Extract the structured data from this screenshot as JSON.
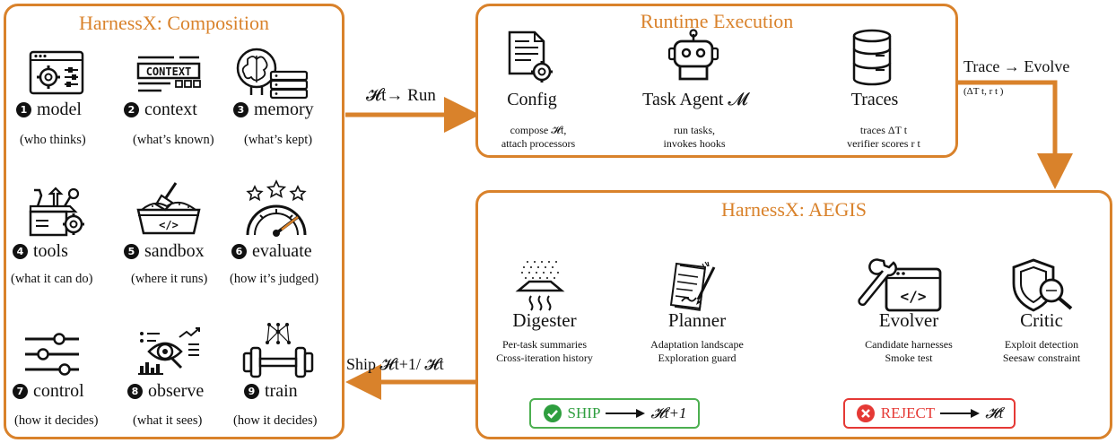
{
  "composition": {
    "title": "HarnessX: Composition",
    "items": [
      {
        "num": "1",
        "icon": "gear-panel-icon",
        "label": "model",
        "desc": "(who thinks)"
      },
      {
        "num": "2",
        "icon": "context-icon",
        "label": "context",
        "desc": "(what’s known)"
      },
      {
        "num": "3",
        "icon": "brain-database-icon",
        "label": "memory",
        "desc": "(what’s kept)"
      },
      {
        "num": "4",
        "icon": "toolbox-icon",
        "label": "tools",
        "desc": "(what it can do)"
      },
      {
        "num": "5",
        "icon": "sandbox-icon",
        "label": "sandbox",
        "desc": "(where it runs)"
      },
      {
        "num": "6",
        "icon": "gauge-stars-icon",
        "label": "evaluate",
        "desc": "(how it’s judged)"
      },
      {
        "num": "7",
        "icon": "sliders-icon",
        "label": "control",
        "desc": "(how it decides)"
      },
      {
        "num": "8",
        "icon": "eye-magnifier-icon",
        "label": "observe",
        "desc": "(what it sees)"
      },
      {
        "num": "9",
        "icon": "dumbbell-network-icon",
        "label": "train",
        "desc": "(how it decides)"
      }
    ]
  },
  "runtime": {
    "title": "Runtime Execution",
    "nodes": [
      {
        "icon": "config-document-icon",
        "label": "Config",
        "desc1": "compose 𝓗t,",
        "desc2": "attach processors"
      },
      {
        "icon": "robot-icon",
        "label": "Task Agent 𝓜",
        "desc1": "run tasks,",
        "desc2": "invokes hooks"
      },
      {
        "icon": "database-icon",
        "label": "Traces",
        "desc1": "traces ΔT t",
        "desc2": "verifier scores r t"
      }
    ]
  },
  "edges": {
    "run": "𝓗t→ Run",
    "trace_evolve": "Trace → Evolve",
    "trace_evolve_sub": "(ΔT t, r t )",
    "ship_back": "Ship  𝓗t+1/  𝓗t"
  },
  "aegis": {
    "title": "HarnessX: AEGIS",
    "agents": [
      {
        "icon": "filter-icon",
        "label": "Digester",
        "desc1": "Per-task summaries",
        "desc2": "Cross-iteration history"
      },
      {
        "icon": "planner-icon",
        "label": "Planner",
        "desc1": "Adaptation landscape",
        "desc2": "Exploration guard"
      },
      {
        "icon": "code-wrench-icon",
        "label": "Evolver",
        "desc1": "Candidate harnesses",
        "desc2": "Smoke test"
      },
      {
        "icon": "shield-magnifier-icon",
        "label": "Critic",
        "desc1": "Exploit detection",
        "desc2": "Seesaw constraint"
      }
    ],
    "ship": {
      "label": "SHIP",
      "target": "𝓗t+1",
      "icon": "check-circle-icon"
    },
    "reject": {
      "label": "REJECT",
      "target": "𝓗t",
      "icon": "x-circle-icon"
    }
  },
  "colors": {
    "accent": "#d9822b",
    "ship": "#4caf50",
    "reject": "#e53935",
    "text": "#111111"
  }
}
